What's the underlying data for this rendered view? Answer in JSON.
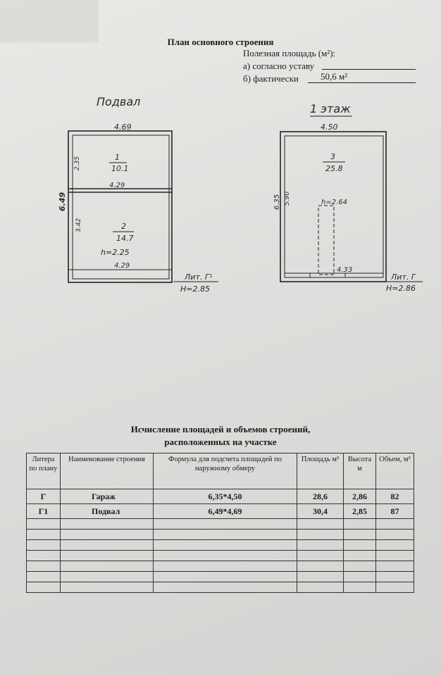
{
  "plan": {
    "title": "План  основного строения",
    "area_heading": "Полезная площадь (м²):",
    "a_label": "а) согласно уставу",
    "b_label": "б) фактически",
    "b_value": "50,6  м²"
  },
  "drawings": {
    "basement": {
      "label": "Подвал",
      "width_top": "4.69",
      "total_height": "6.49",
      "room1_height": "2.35",
      "room1_num": "1",
      "room1_area": "10.1",
      "mid_width": "4.29",
      "room2_height": "3.42",
      "room2_num": "2",
      "room2_area": "14.7",
      "inner_height": "h=2.25",
      "bottom_width": "4.29",
      "lit": "Лит. Г¹",
      "H": "H=2.85"
    },
    "first_floor": {
      "label": "1 этаж",
      "width_top": "4.50",
      "outer_height": "6.35",
      "inner_height_dim": "5.90",
      "room_num": "3",
      "room_area": "25.8",
      "inner_h": "h=2.64",
      "bottom_width": "4.33",
      "lit": "Лит. Г",
      "H": "H=2.86"
    }
  },
  "calc": {
    "title_line1": "Исчисление площадей и объемов строений,",
    "title_line2": "расположенных на участке",
    "headers": {
      "litera": "Литера по плану",
      "name": "Наименование строения",
      "formula": "Формула для подсчета площадей по наружному обмеру",
      "area": "Площадь м²",
      "height": "Высота м",
      "volume": "Объем, м²"
    },
    "rows": [
      {
        "litera": "Г",
        "name": "Гараж",
        "formula": "6,35*4,50",
        "area": "28,6",
        "height": "2,86",
        "volume": "82"
      },
      {
        "litera": "Г1",
        "name": "Подвал",
        "formula": "6,49*4,69",
        "area": "30,4",
        "height": "2,85",
        "volume": "87"
      }
    ]
  }
}
